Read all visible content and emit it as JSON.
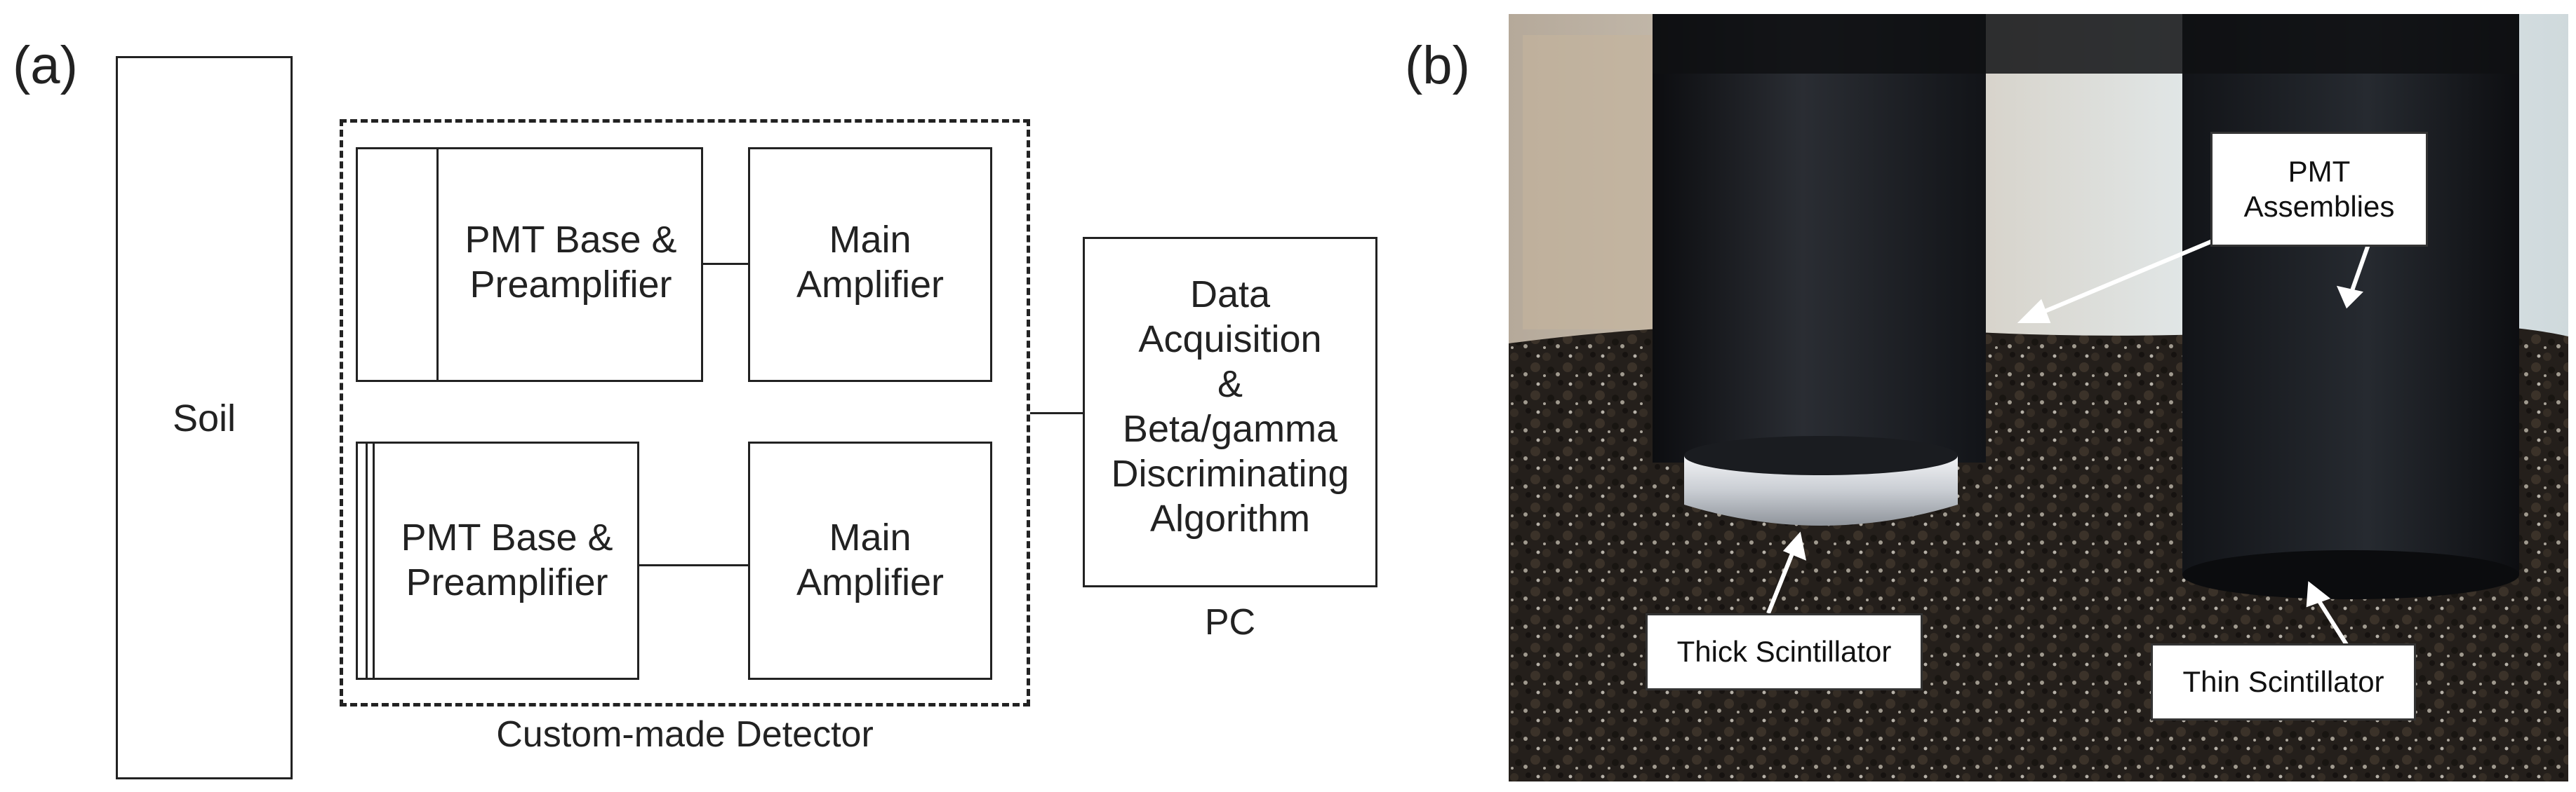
{
  "panel_a": {
    "label": "(a)",
    "soil": "Soil",
    "pmt_top": "PMT Base &\nPreamplifier",
    "amp_top": "Main\nAmplifier",
    "pmt_bottom": "PMT Base &\nPreamplifier",
    "amp_bottom": "Main\nAmplifier",
    "pc_box": "Data\nAcquisition\n&\nBeta/gamma\nDiscriminating\nAlgorithm",
    "pc_label": "PC",
    "detector_label": "Custom-made Detector"
  },
  "panel_b": {
    "label": "(b)",
    "callout_pmt": "PMT\nAssemblies",
    "callout_thick": "Thick Scintillator",
    "callout_thin": "Thin Scintillator"
  }
}
